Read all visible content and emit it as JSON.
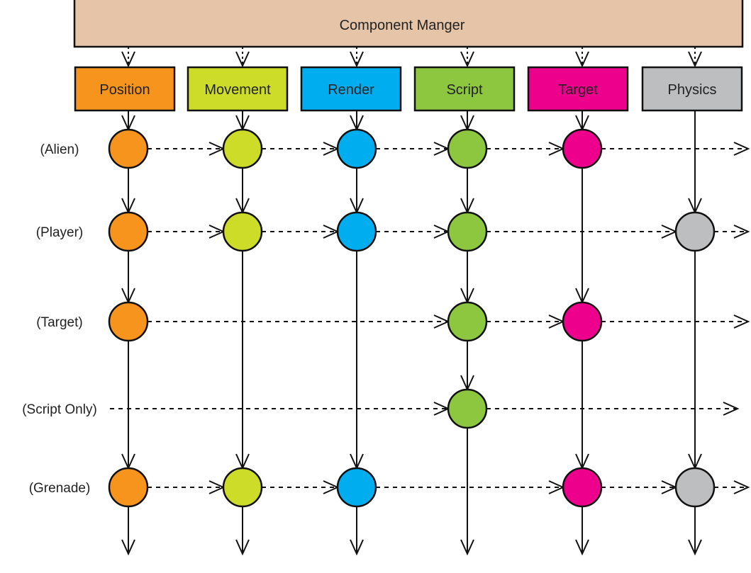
{
  "manager": {
    "label": "Component Manger",
    "color": "#e6c4a8"
  },
  "columns": [
    {
      "key": "position",
      "label": "Position",
      "color": "#f7941d"
    },
    {
      "key": "movement",
      "label": "Movement",
      "color": "#cddc29"
    },
    {
      "key": "render",
      "label": "Render",
      "color": "#00aeef"
    },
    {
      "key": "script",
      "label": "Script",
      "color": "#8dc63f"
    },
    {
      "key": "target",
      "label": "Target",
      "color": "#ec008c"
    },
    {
      "key": "physics",
      "label": "Physics",
      "color": "#bcbec0"
    }
  ],
  "rows": [
    {
      "label": "(Alien)",
      "components": [
        "position",
        "movement",
        "render",
        "script",
        "target"
      ]
    },
    {
      "label": "(Player)",
      "components": [
        "position",
        "movement",
        "render",
        "script",
        "physics"
      ]
    },
    {
      "label": "(Target)",
      "components": [
        "position",
        "script",
        "target"
      ]
    },
    {
      "label": "(Script Only)",
      "components": [
        "script"
      ]
    },
    {
      "label": "(Grenade)",
      "components": [
        "position",
        "movement",
        "render",
        "target",
        "physics"
      ]
    }
  ]
}
